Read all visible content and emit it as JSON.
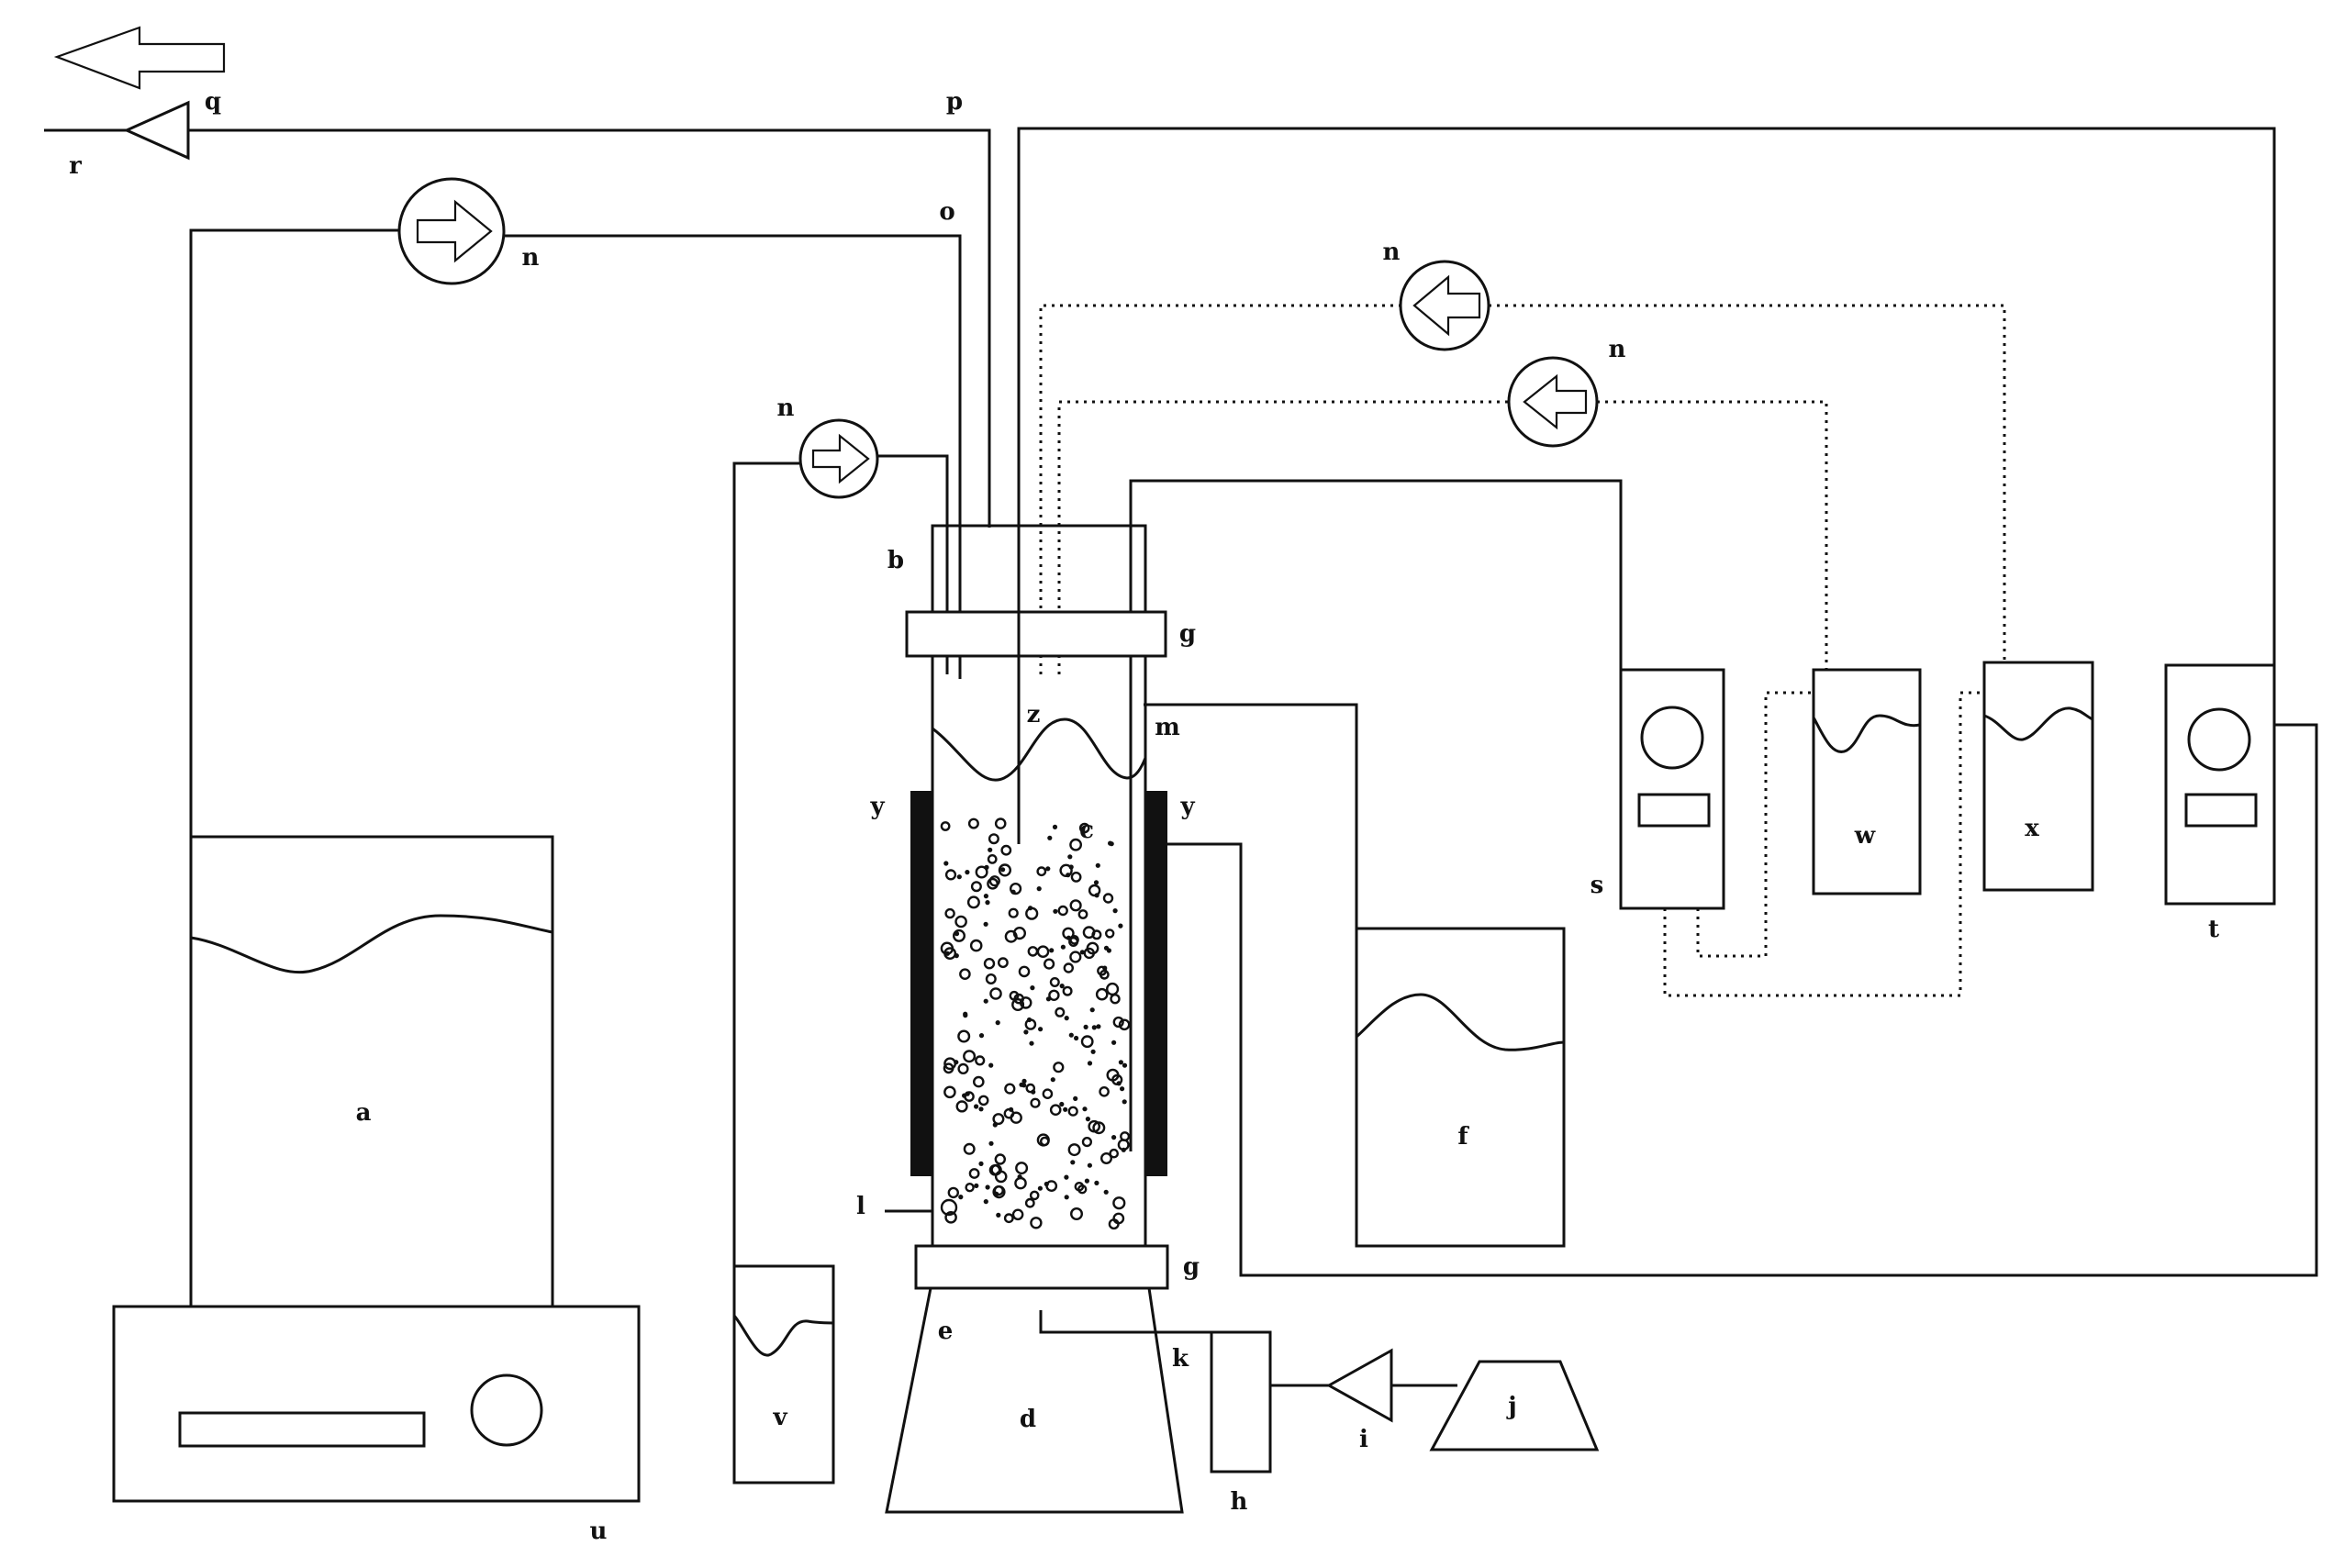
{
  "labels": {
    "a": "a",
    "b": "b",
    "c": "c",
    "d": "d",
    "e": "e",
    "f": "f",
    "g_top": "g",
    "g_bottom": "g",
    "h": "h",
    "i": "i",
    "j": "j",
    "k": "k",
    "l": "l",
    "m": "m",
    "n_top_left": "n",
    "n_middle_left": "n",
    "n_upper_right": "n",
    "n_lower_right": "n",
    "o": "o",
    "p": "p",
    "q": "q",
    "r": "r",
    "s": "s",
    "t": "t",
    "u": "u",
    "v": "v",
    "w": "w",
    "x": "x",
    "y_left": "y",
    "y_right": "y",
    "z": "z"
  },
  "icons": {
    "pump": "right-arrow-circle-icon",
    "exhaust": "left-arrow-outline-icon",
    "valve": "triangle-valve-icon",
    "controller": "dial-display-controller-icon"
  }
}
